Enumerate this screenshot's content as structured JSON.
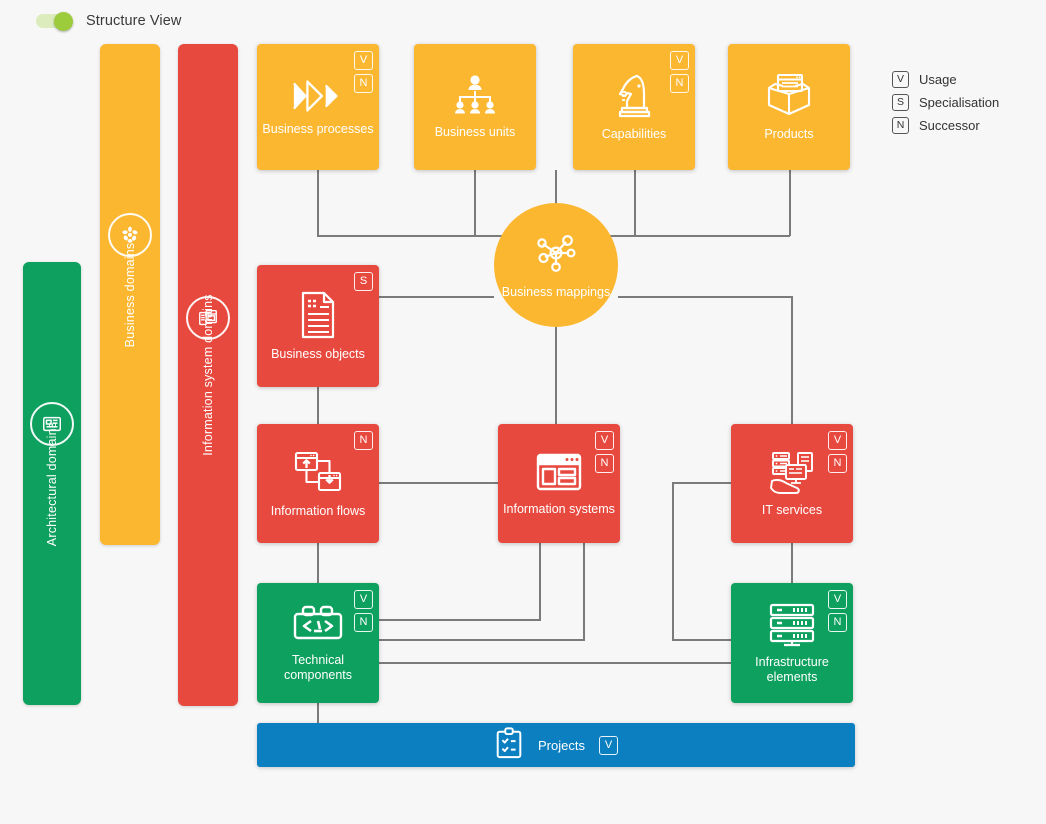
{
  "header": {
    "toggle": {
      "label": "Structure View",
      "state": "on",
      "icon": "toggle-switch-on-icon"
    }
  },
  "legend": {
    "items": [
      {
        "badge": "V",
        "label": "Usage"
      },
      {
        "badge": "S",
        "label": "Specialisation"
      },
      {
        "badge": "N",
        "label": "Successor"
      }
    ]
  },
  "lanes": [
    {
      "id": "architectural-domains",
      "label": "Architectural domains",
      "color": "#0da05e",
      "icon": "architecture-blueprint-icon"
    },
    {
      "id": "business-domains",
      "label": "Business domains",
      "color": "#fcb731",
      "icon": "cells-cluster-icon"
    },
    {
      "id": "information-system-domains",
      "label": "Information system domains",
      "color": "#e8493f",
      "icon": "application-windows-icon"
    }
  ],
  "cards": [
    {
      "id": "business-processes",
      "label": "Business processes",
      "color": "#fcb731",
      "icon": "chevrons-right-icon",
      "badges": [
        "V",
        "N"
      ]
    },
    {
      "id": "business-units",
      "label": "Business units",
      "color": "#fcb731",
      "icon": "org-chart-icon",
      "badges": []
    },
    {
      "id": "capabilities",
      "label": "Capabilities",
      "color": "#fcb731",
      "icon": "chess-knight-icon",
      "badges": [
        "V",
        "N"
      ]
    },
    {
      "id": "products",
      "label": "Products",
      "color": "#fcb731",
      "icon": "open-box-icon",
      "badges": []
    },
    {
      "id": "business-objects",
      "label": "Business objects",
      "color": "#e8493f",
      "icon": "binary-document-icon",
      "badges": [
        "S"
      ]
    },
    {
      "id": "information-flows",
      "label": "Information flows",
      "color": "#e8493f",
      "icon": "data-exchange-icon",
      "badges": [
        "N"
      ]
    },
    {
      "id": "information-systems",
      "label": "Information systems",
      "color": "#e8493f",
      "icon": "application-layout-icon",
      "badges": [
        "V",
        "N"
      ]
    },
    {
      "id": "it-services",
      "label": "IT services",
      "color": "#e8493f",
      "icon": "hand-server-icon",
      "badges": [
        "V",
        "N"
      ]
    },
    {
      "id": "technical-components",
      "label": "Technical components",
      "color": "#0da05e",
      "icon": "code-brick-icon",
      "badges": [
        "V",
        "N"
      ]
    },
    {
      "id": "infrastructure-elements",
      "label": "Infrastructure elements",
      "color": "#0da05e",
      "icon": "server-rack-icon",
      "badges": [
        "V",
        "N"
      ]
    }
  ],
  "hub": {
    "id": "business-mappings",
    "label": "Business mappings",
    "color": "#fcb731",
    "icon": "network-hub-icon"
  },
  "projects": {
    "label": "Projects",
    "color": "#0b7fc0",
    "icon": "clipboard-check-icon",
    "badge": "V"
  }
}
